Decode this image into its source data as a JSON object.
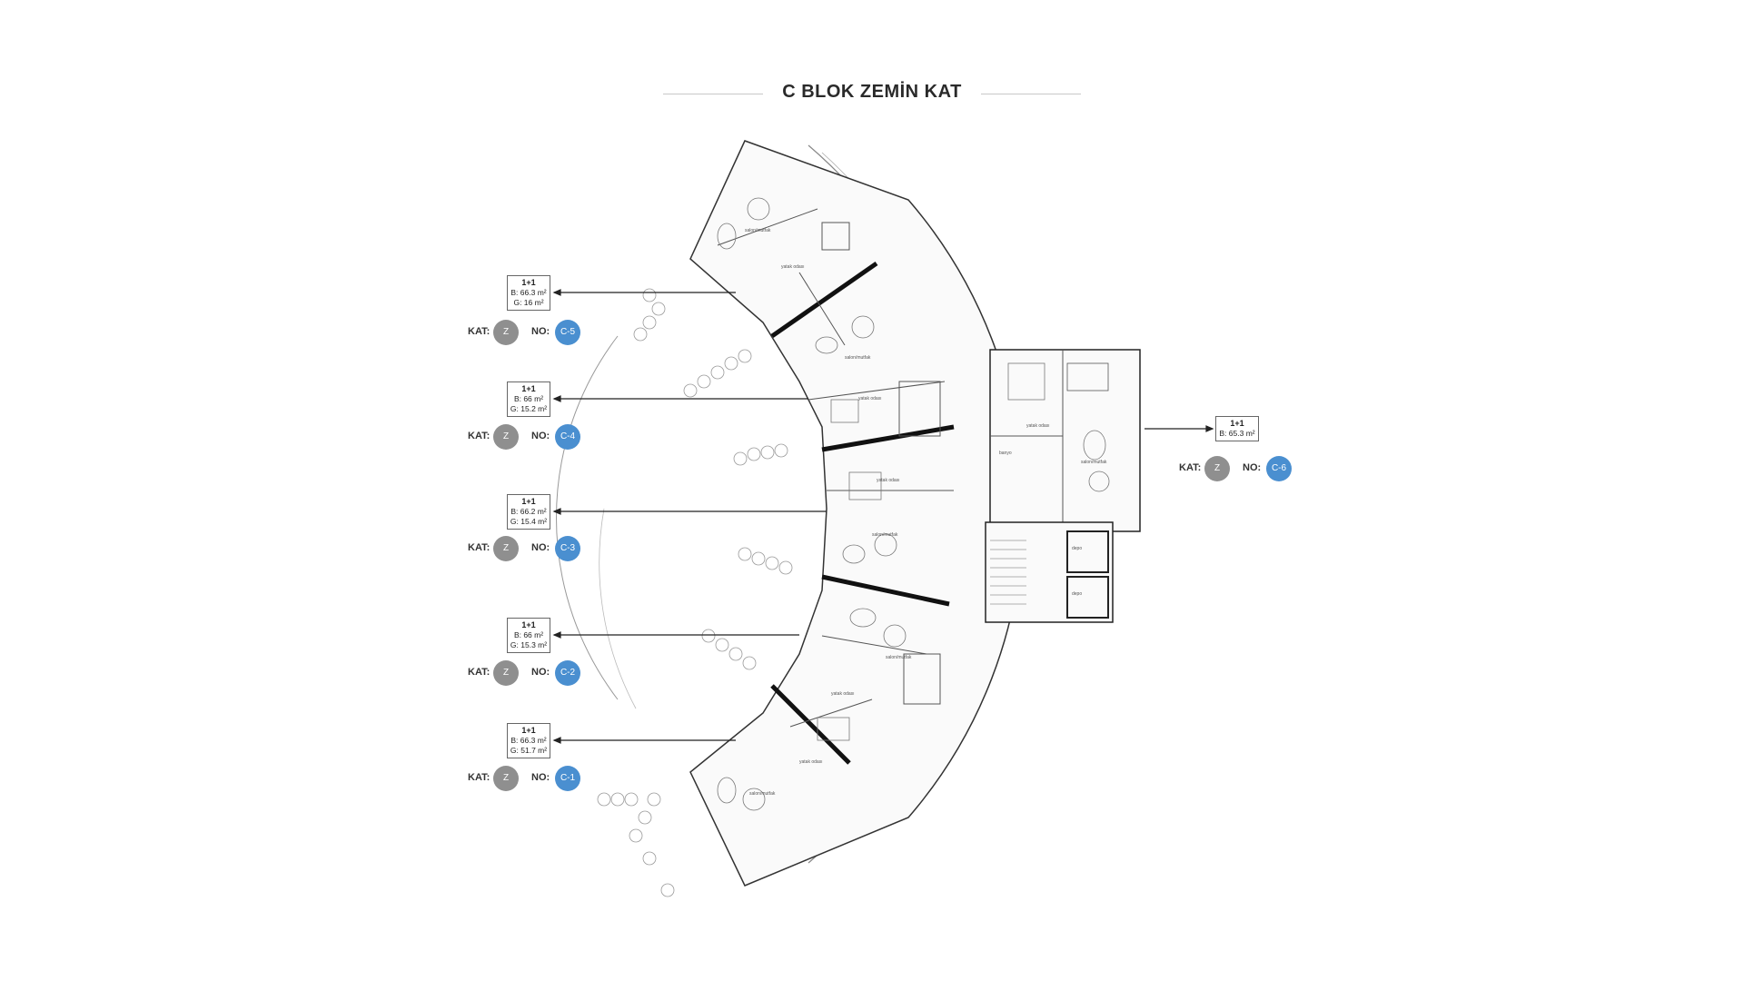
{
  "title": "C BLOK ZEMİN KAT",
  "kat_label": "KAT:",
  "no_label": "NO:",
  "units": [
    {
      "type": "1+1",
      "b": "B: 66.3 m²",
      "g": "G: 16 m²",
      "kat": "Z",
      "no": "C-5"
    },
    {
      "type": "1+1",
      "b": "B: 66 m²",
      "g": "G: 15.2 m²",
      "kat": "Z",
      "no": "C-4"
    },
    {
      "type": "1+1",
      "b": "B: 66.2 m²",
      "g": "G: 15.4 m²",
      "kat": "Z",
      "no": "C-3"
    },
    {
      "type": "1+1",
      "b": "B: 66 m²",
      "g": "G: 15.3 m²",
      "kat": "Z",
      "no": "C-2"
    },
    {
      "type": "1+1",
      "b": "B: 66.3 m²",
      "g": "G: 51.7 m²",
      "kat": "Z",
      "no": "C-1"
    },
    {
      "type": "1+1",
      "b": "B: 65.3 m²",
      "g": "",
      "kat": "Z",
      "no": "C-6"
    }
  ],
  "colors": {
    "kat_circle": "#8f8f8f",
    "no_circle": "#4a8fd0",
    "wall": "#111111"
  }
}
